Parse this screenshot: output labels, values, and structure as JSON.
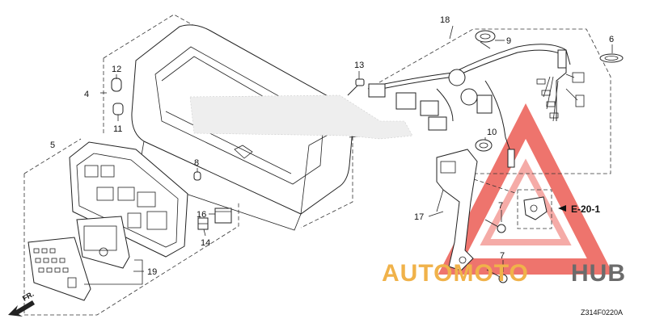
{
  "callouts": [
    {
      "id": "c4",
      "text": "4"
    },
    {
      "id": "c5",
      "text": "5"
    },
    {
      "id": "c6",
      "text": "6"
    },
    {
      "id": "c7a",
      "text": "7"
    },
    {
      "id": "c7b",
      "text": "7"
    },
    {
      "id": "c8",
      "text": "8"
    },
    {
      "id": "c9",
      "text": "9"
    },
    {
      "id": "c10",
      "text": "10"
    },
    {
      "id": "c11",
      "text": "11"
    },
    {
      "id": "c12",
      "text": "12"
    },
    {
      "id": "c13",
      "text": "13"
    },
    {
      "id": "c14",
      "text": "14"
    },
    {
      "id": "c16",
      "text": "16"
    },
    {
      "id": "c17",
      "text": "17"
    },
    {
      "id": "c18",
      "text": "18"
    },
    {
      "id": "c19",
      "text": "19"
    }
  ],
  "reference": "E-20-1",
  "direction": "FR.",
  "figure_code": "Z314F0220A",
  "watermark": {
    "part1": "AUTOMOTO",
    "part2": "HUB",
    "accent_color": "#e8453c",
    "text_color_1": "#f0b24a",
    "text_color_2": "#6b6b6b"
  }
}
